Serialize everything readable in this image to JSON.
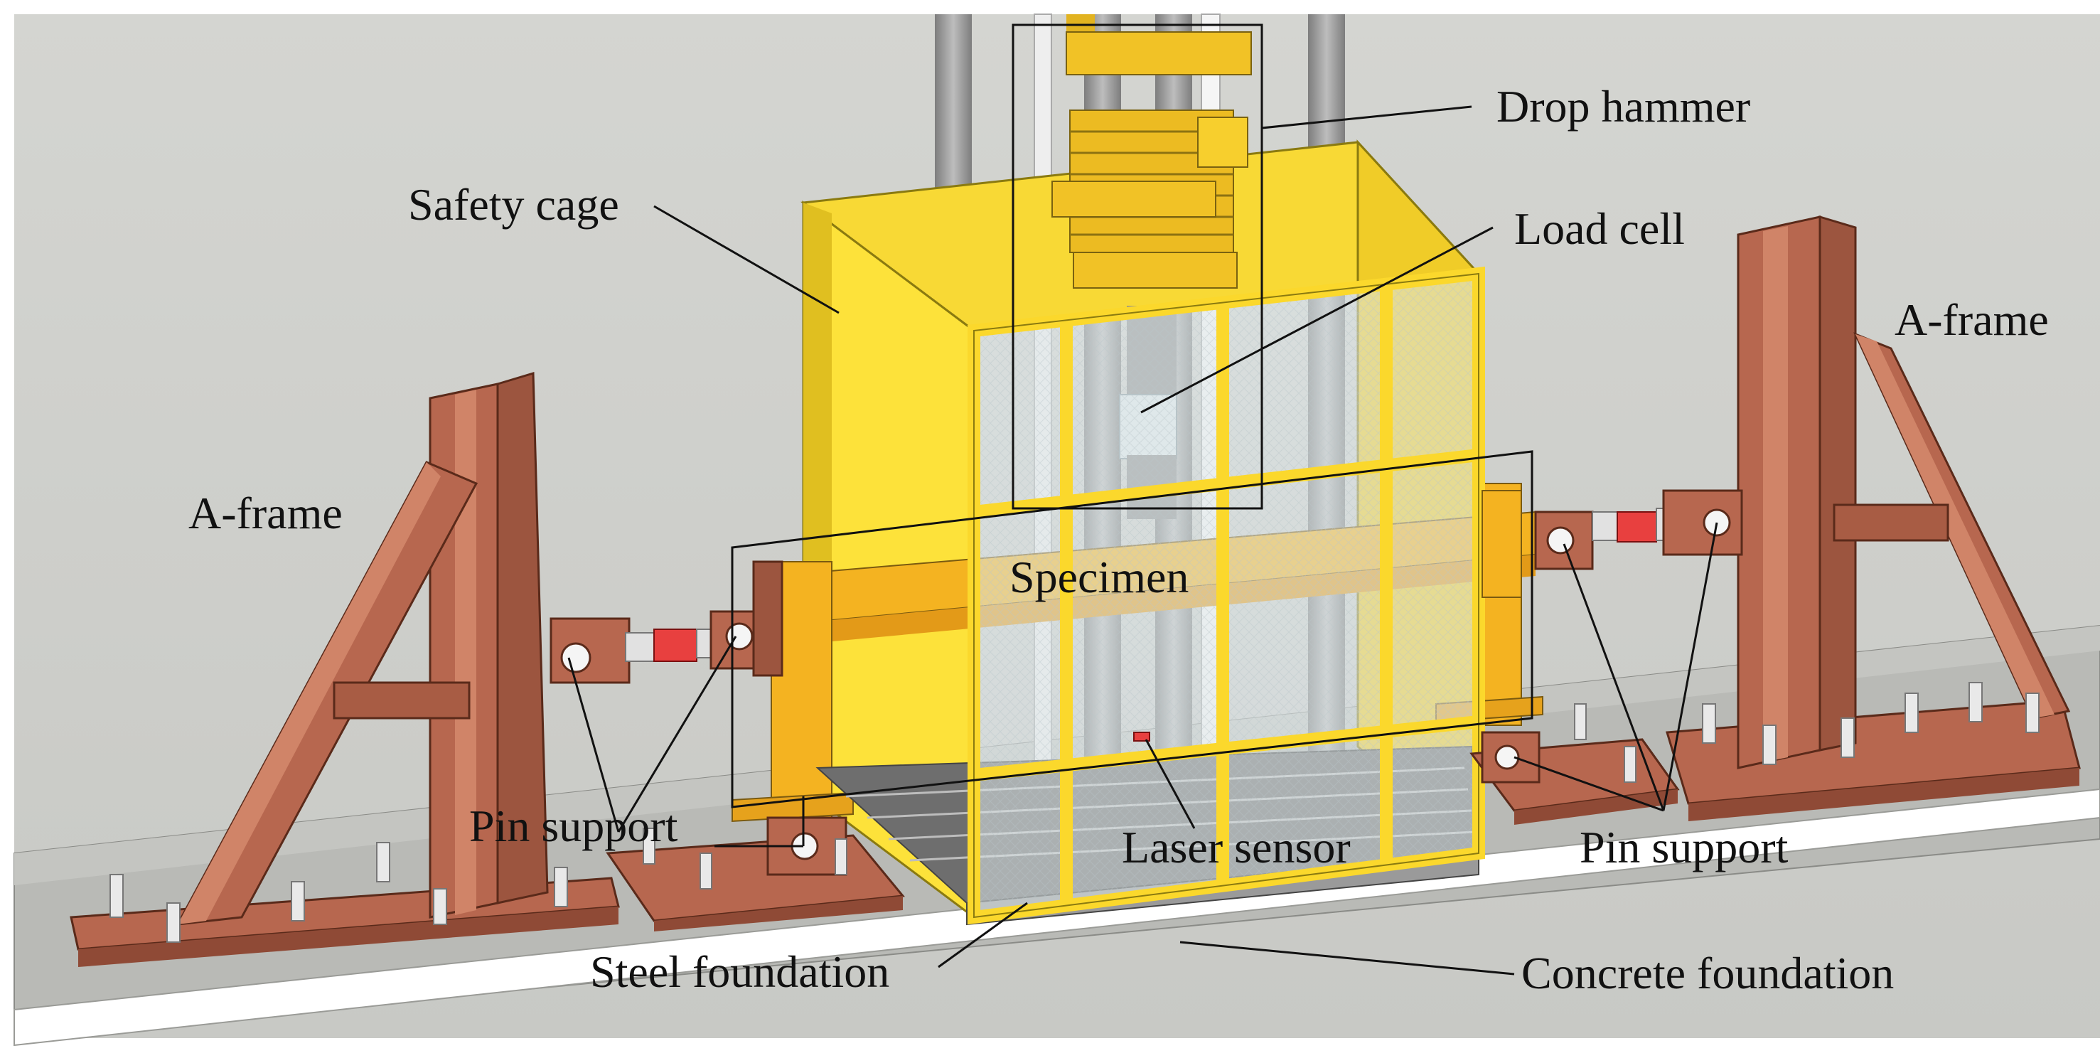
{
  "labels": {
    "drop_hammer": "Drop hammer",
    "safety_cage": "Safety cage",
    "load_cell": "Load cell",
    "a_frame_left": "A-frame",
    "a_frame_right": "A-frame",
    "specimen": "Specimen",
    "pin_support_left": "Pin support",
    "pin_support_right": "Pin support",
    "laser_sensor": "Laser sensor",
    "steel_foundation": "Steel foundation",
    "concrete_foundation": "Concrete foundation"
  },
  "colors": {
    "background": "#cfd0cc",
    "wall": "#cfd0cc",
    "floor_slab": "#b9bab6",
    "slab_edge": "#ffffff",
    "steel_frame": "#b7674f",
    "steel_frame_dark": "#8f4a36",
    "cage_yellow": "#fde23a",
    "beam_yellow": "#f4b321",
    "column_grey": "#9b9b9b",
    "actuator_red": "#e8403f",
    "glass": "#dfe8ea"
  }
}
